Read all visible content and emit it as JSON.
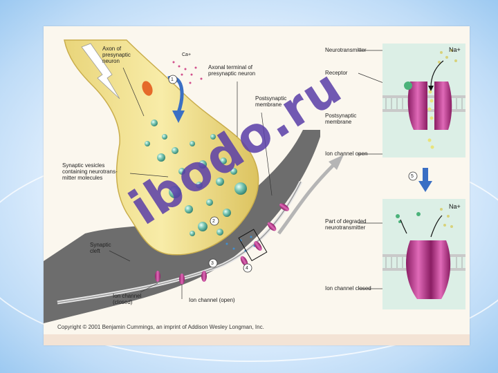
{
  "labels": {
    "axon": "Axon of\npresynaptic\nneuron",
    "ca": "Ca+",
    "terminal": "Axonal terminal of\npresynaptic neuron",
    "post_membrane": "Postsynaptic\nmembrane",
    "vesicles": "Synaptic vesicles\ncontaining neurotrans-\nmitter molecules",
    "cleft": "Synaptic\ncleft",
    "channel_closed": "Ion channel\n(closed)",
    "channel_open": "Ion channel (open)",
    "neurotransmitter": "Neurotransmitter",
    "receptor": "Receptor",
    "post_membrane_r": "Postsynaptic\nmembrane",
    "ion_open_r": "Ion channel open",
    "degraded": "Part of degraded\nneurotransmitter",
    "ion_closed_r": "Ion channel closed",
    "na1": "Na+",
    "na2": "Na+",
    "step1": "1",
    "step2": "2",
    "step3": "3",
    "step4": "4",
    "step5": "5"
  },
  "copyright": "Copyright © 2001 Benjamin Cummings, an imprint of Addison Wesley Longman, Inc.",
  "watermark": "ibodo.ru",
  "colors": {
    "axon": "#f0df8a",
    "membrane": "#9a9a9a",
    "vesicle": "#5fb5a0",
    "channel": "#c2378f",
    "arrow": "#3a6fc4"
  }
}
